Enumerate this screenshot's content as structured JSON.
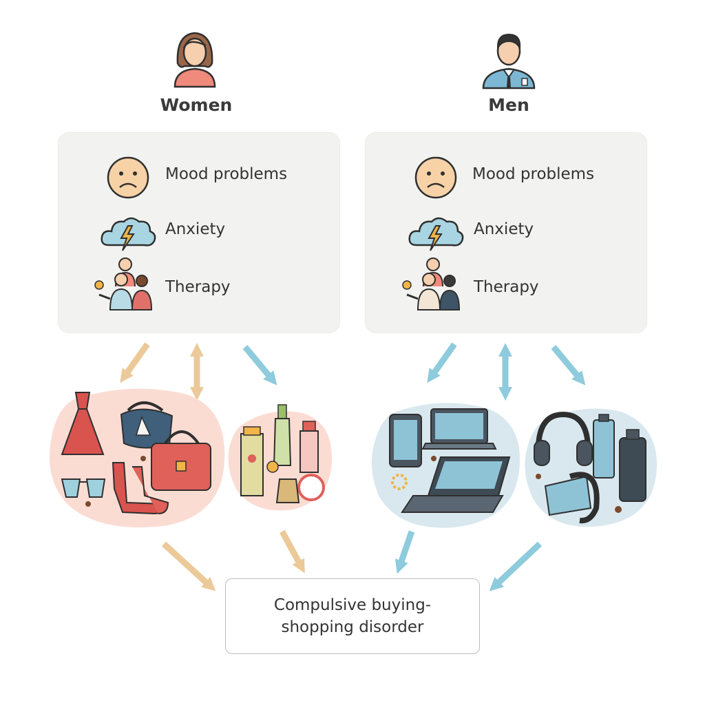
{
  "groups": {
    "women": {
      "title": "Women",
      "factors": [
        "Mood problems",
        "Anxiety",
        "Therapy"
      ],
      "accent": "#ecc998",
      "blob_color": "#fbdcd3"
    },
    "men": {
      "title": "Men",
      "factors": [
        "Mood problems",
        "Anxiety",
        "Therapy"
      ],
      "accent": "#8ecbdc",
      "blob_color": "#d9e8ee"
    }
  },
  "outcome": {
    "line1": "Compulsive buying-",
    "line2": "shopping disorder"
  },
  "icons": {
    "women_person": "woman-avatar-icon",
    "men_person": "man-avatar-icon",
    "mood": "sad-face-icon",
    "anxiety": "storm-cloud-icon",
    "therapy": "therapy-group-icon",
    "women_items_1": [
      "dress-icon",
      "handbag-icon",
      "purse-icon",
      "sunglasses-icon",
      "high-heels-icon"
    ],
    "women_items_2": [
      "perfume-icon",
      "lipstick-icon",
      "cosmetics-icon"
    ],
    "men_items_1": [
      "smartphone-icon",
      "laptop-icon",
      "laptop-keyboard-icon"
    ],
    "men_items_2": [
      "headphones-icon",
      "gadget-icon",
      "vr-headset-icon"
    ]
  }
}
